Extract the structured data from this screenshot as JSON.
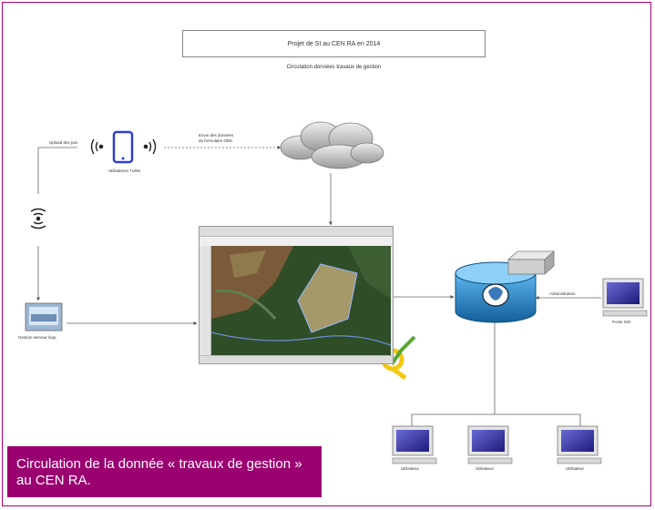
{
  "title": "Projet de SI au CEN RA en 2014",
  "subtitle": "Circulation données travaux de gestion",
  "labels": {
    "upload_left": "Upload des pun",
    "mobile_user": "Utilisateurs Tuiles",
    "envoi": "Envoi des données",
    "envoi2": "du formulaire ODK",
    "gestion": "Gestion serveur loup",
    "administration": "Administration",
    "admin_pc": "Poste SIG",
    "user1": "Utilisateur",
    "user2": "Utilisateur",
    "user3": "Utilisateur"
  },
  "caption": "Circulation de la donnée « travaux de gestion » au CEN RA.",
  "colors": {
    "frame": "#b0007a",
    "caption_bg": "#9b0070",
    "db": "#1e7fc4"
  }
}
